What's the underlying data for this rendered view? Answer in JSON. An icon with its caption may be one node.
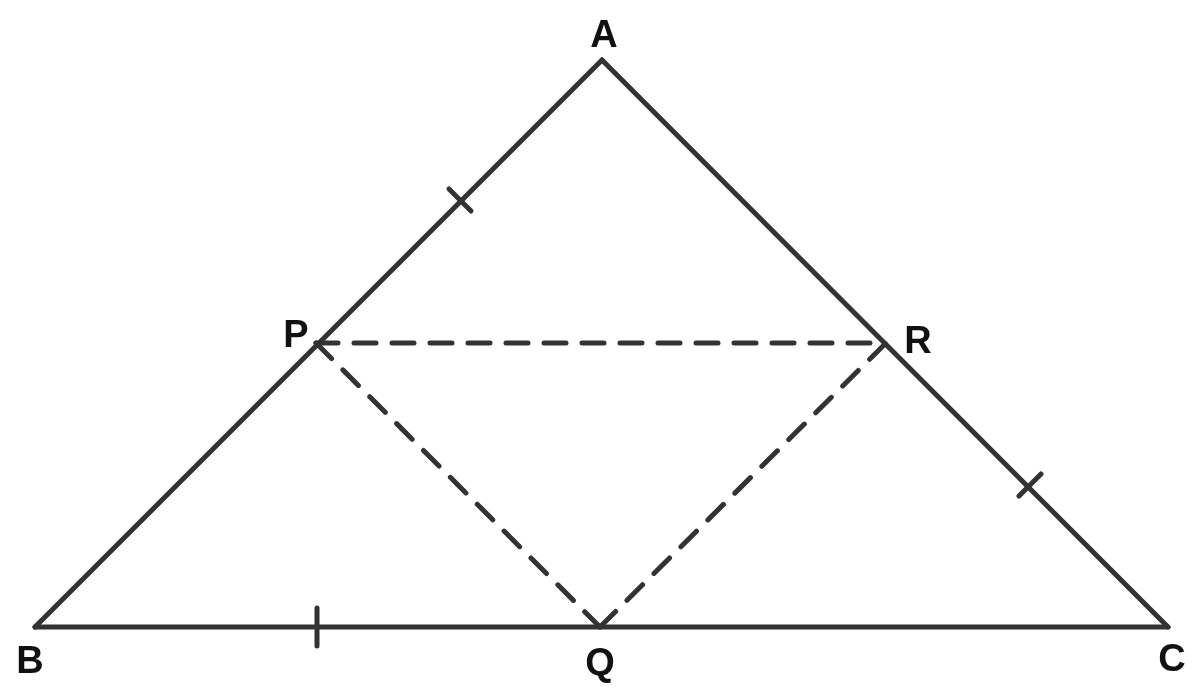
{
  "diagram": {
    "labels": [
      "A",
      "P",
      "R",
      "B",
      "Q",
      "C"
    ]
  }
}
